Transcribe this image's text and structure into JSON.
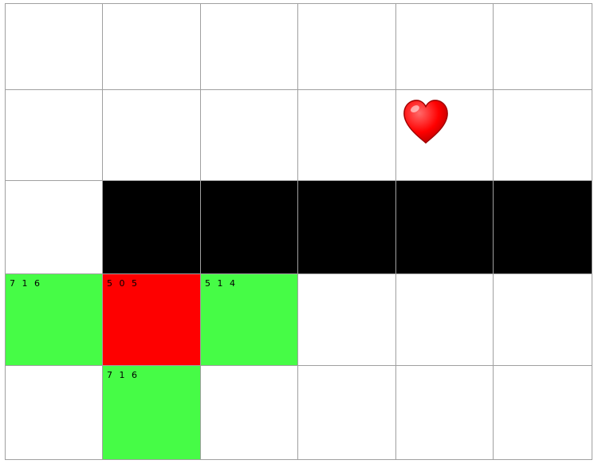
{
  "grid": {
    "rows": 5,
    "cols": 6,
    "colors": {
      "empty": "#ffffff",
      "wall": "#000000",
      "open": "#46fc46",
      "current": "#fe0000",
      "line": "#a0a0a0",
      "goal": "#ff0000"
    },
    "cells": [
      [
        {
          "type": "empty"
        },
        {
          "type": "empty"
        },
        {
          "type": "empty"
        },
        {
          "type": "empty"
        },
        {
          "type": "empty"
        },
        {
          "type": "empty"
        }
      ],
      [
        {
          "type": "empty"
        },
        {
          "type": "empty"
        },
        {
          "type": "empty"
        },
        {
          "type": "empty"
        },
        {
          "type": "goal",
          "icon": "heart-icon"
        },
        {
          "type": "empty"
        }
      ],
      [
        {
          "type": "empty"
        },
        {
          "type": "wall"
        },
        {
          "type": "wall"
        },
        {
          "type": "wall"
        },
        {
          "type": "wall"
        },
        {
          "type": "wall"
        }
      ],
      [
        {
          "type": "open",
          "score": "7 1 6"
        },
        {
          "type": "current",
          "score": "5 0 5"
        },
        {
          "type": "open",
          "score": "5 1 4"
        },
        {
          "type": "empty"
        },
        {
          "type": "empty"
        },
        {
          "type": "empty"
        }
      ],
      [
        {
          "type": "empty"
        },
        {
          "type": "open",
          "score": "7 1 6"
        },
        {
          "type": "empty"
        },
        {
          "type": "empty"
        },
        {
          "type": "empty"
        },
        {
          "type": "empty"
        }
      ]
    ]
  }
}
